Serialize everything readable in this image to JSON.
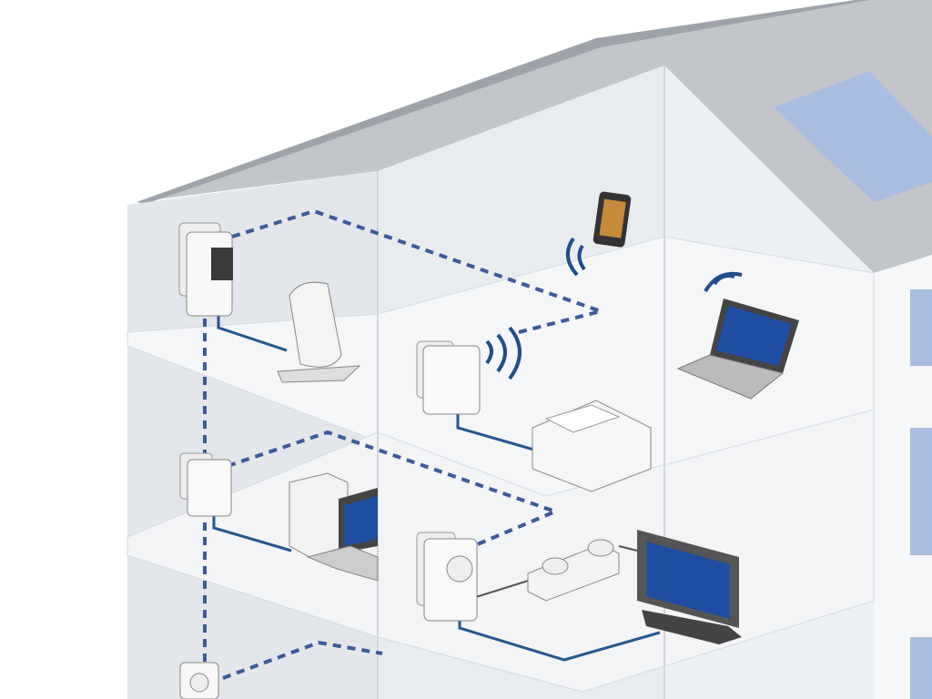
{
  "diagram": {
    "colors": {
      "wall": "#e6e9ed",
      "floor": "#f4f6f8",
      "roof": "#b9bec4",
      "skylight": "#a9bde0",
      "powerline_dash": "#3d5a9c",
      "cable": "#24578f",
      "screen": "#1f4ea3"
    },
    "devices": [
      "powerline-adapter-router",
      "router",
      "smartphone",
      "wifi-powerline-adapter",
      "laptop",
      "printer",
      "powerline-adapter-pc",
      "desktop-pc",
      "powerline-adapter-tv",
      "power-strip",
      "tv",
      "wall-socket"
    ]
  }
}
